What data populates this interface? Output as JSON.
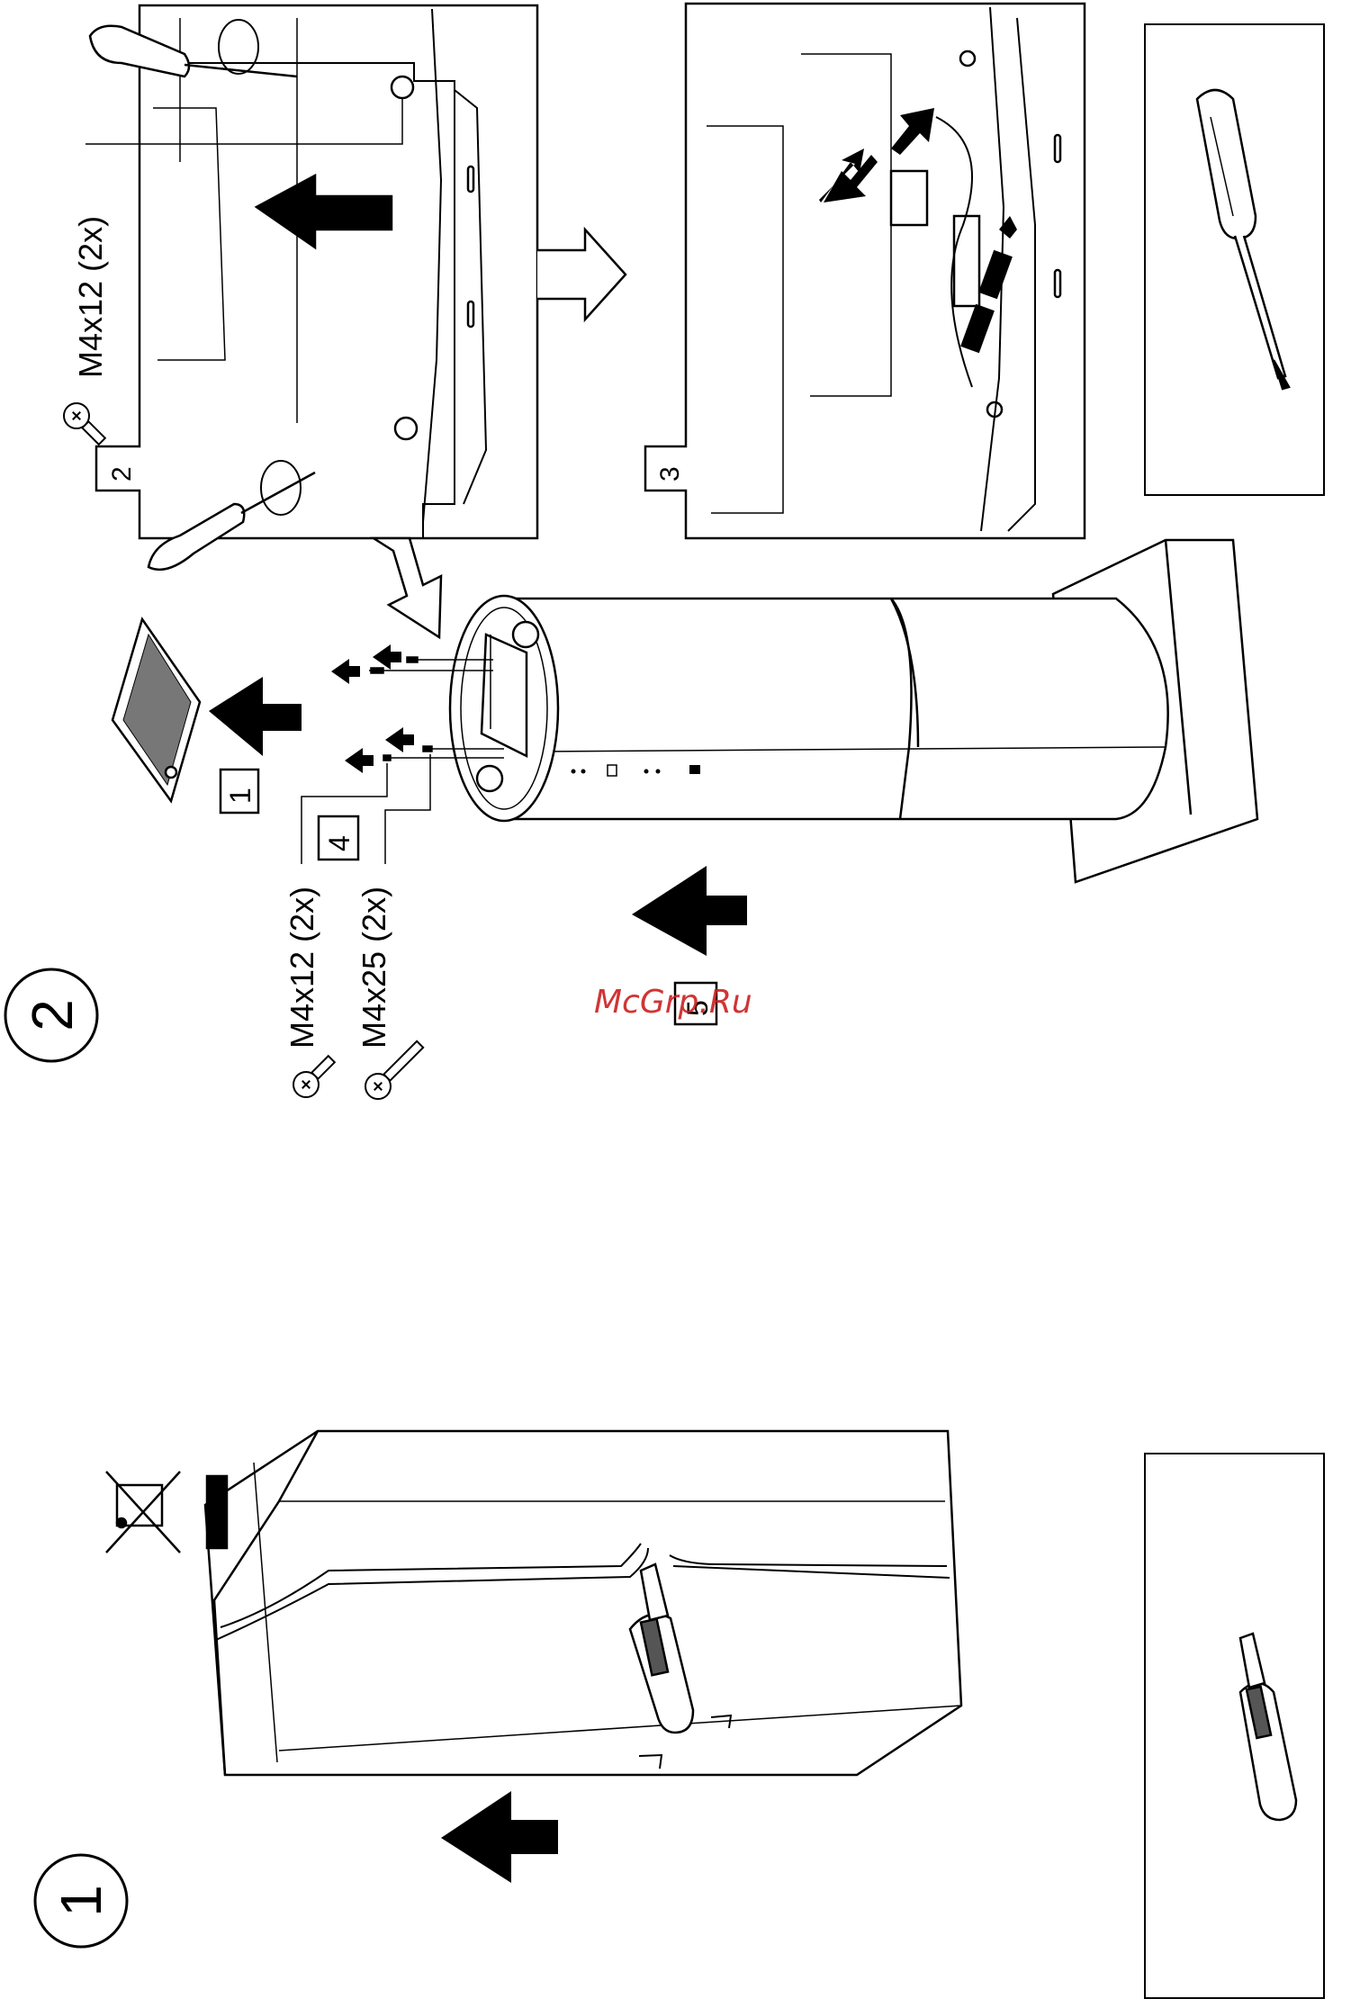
{
  "page": {
    "watermark": "McGrp.Ru",
    "watermark_color": "#cc2020",
    "ink_color": "#000000"
  },
  "step_markers": {
    "step1": "1",
    "step2": "2"
  },
  "substeps": {
    "s1": "1",
    "s2": "2",
    "s3": "3",
    "s4": "4",
    "s5": "5"
  },
  "screws": {
    "detail_screw": "M4x12 (2x)",
    "front_screw_a": "M4x12 (2x)",
    "front_screw_b": "M4x25 (2x)"
  },
  "tools": {
    "top": "screwdriver-icon",
    "bottom": "utility-knife-icon"
  },
  "symbols": {
    "recycle": "crossed-out-bin-icon"
  }
}
